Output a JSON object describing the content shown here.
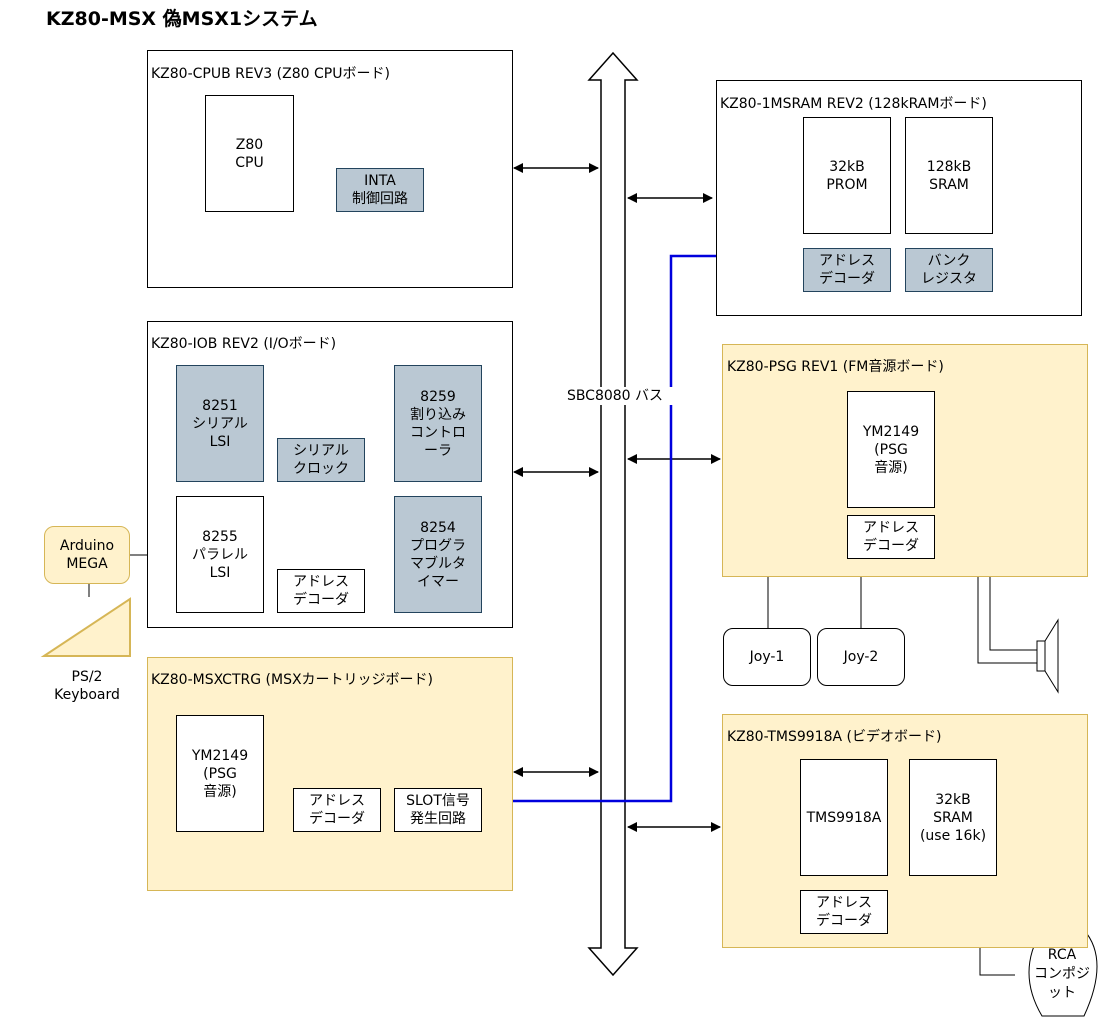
{
  "title": "KZ80-MSX 偽MSX1システム",
  "bus_label": "SBC8080 バス",
  "boards": {
    "cpub": {
      "label": "KZ80-CPUB REV3 (Z80 CPUボード)",
      "cpu": "Z80\nCPU",
      "inta": "INTA\n制御回路"
    },
    "iob": {
      "label": "KZ80-IOB REV2 (I/Oボード)",
      "b8251": "8251\nシリアル\nLSI",
      "serial_clock": "シリアル\nクロック",
      "b8259": "8259\n割り込み\nコントロ\nーラ",
      "b8255": "8255\nパラレル\nLSI",
      "addr": "アドレス\nデコーダ",
      "b8254": "8254\nプログラ\nマブルタ\nイマー"
    },
    "msxctrg": {
      "label": "KZ80-MSXCTRG (MSXカートリッジボード)",
      "ym": "YM2149\n(PSG\n音源)",
      "addr": "アドレス\nデコーダ",
      "slot": "SLOT信号\n発生回路"
    },
    "sram": {
      "label": "KZ80-1MSRAM REV2 (128kRAMボード)",
      "prom": "32kB\nPROM",
      "sram": "128kB\nSRAM",
      "addr": "アドレス\nデコーダ",
      "bank": "バンク\nレジスタ"
    },
    "psg": {
      "label": "KZ80-PSG REV1 (FM音源ボード)",
      "ym": "YM2149\n(PSG\n音源)",
      "addr": "アドレス\nデコーダ"
    },
    "tms": {
      "label": "KZ80-TMS9918A (ビデオボード)",
      "vdp": "TMS9918A",
      "sram": "32kB\nSRAM\n(use 16k)",
      "addr": "アドレス\nデコーダ"
    }
  },
  "external": {
    "arduino": "Arduino\nMEGA",
    "keyboard": "PS/2\nKeyboard",
    "joy1": "Joy-1",
    "joy2": "Joy-2",
    "rca": "RCA\nコンポジ\nット"
  },
  "colors": {
    "yellow_fill": "#fff2cc",
    "yellow_border": "#d6b656",
    "gray_fill": "#bac8d3",
    "signal_line": "#0000dd"
  }
}
